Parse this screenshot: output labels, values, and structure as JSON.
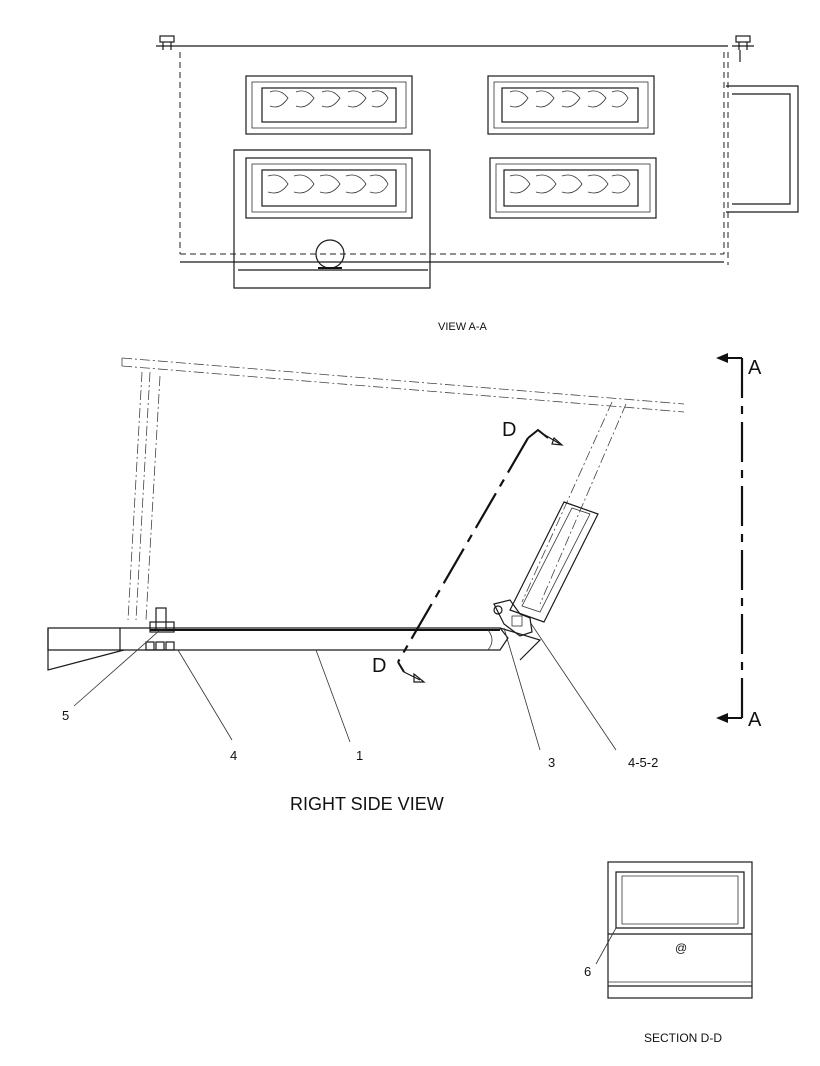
{
  "views": {
    "view_aa_title": "VIEW A-A",
    "right_side_title": "RIGHT SIDE VIEW",
    "section_dd_title": "SECTION D-D"
  },
  "section_markers": {
    "a_top": "A",
    "a_bottom": "A",
    "d_top": "D",
    "d_bottom": "D"
  },
  "callouts": {
    "c5": "5",
    "c4": "4",
    "c1": "1",
    "c3": "3",
    "c452": "4-5-2",
    "c6": "6"
  },
  "symbols": {
    "at_mark": "@"
  }
}
